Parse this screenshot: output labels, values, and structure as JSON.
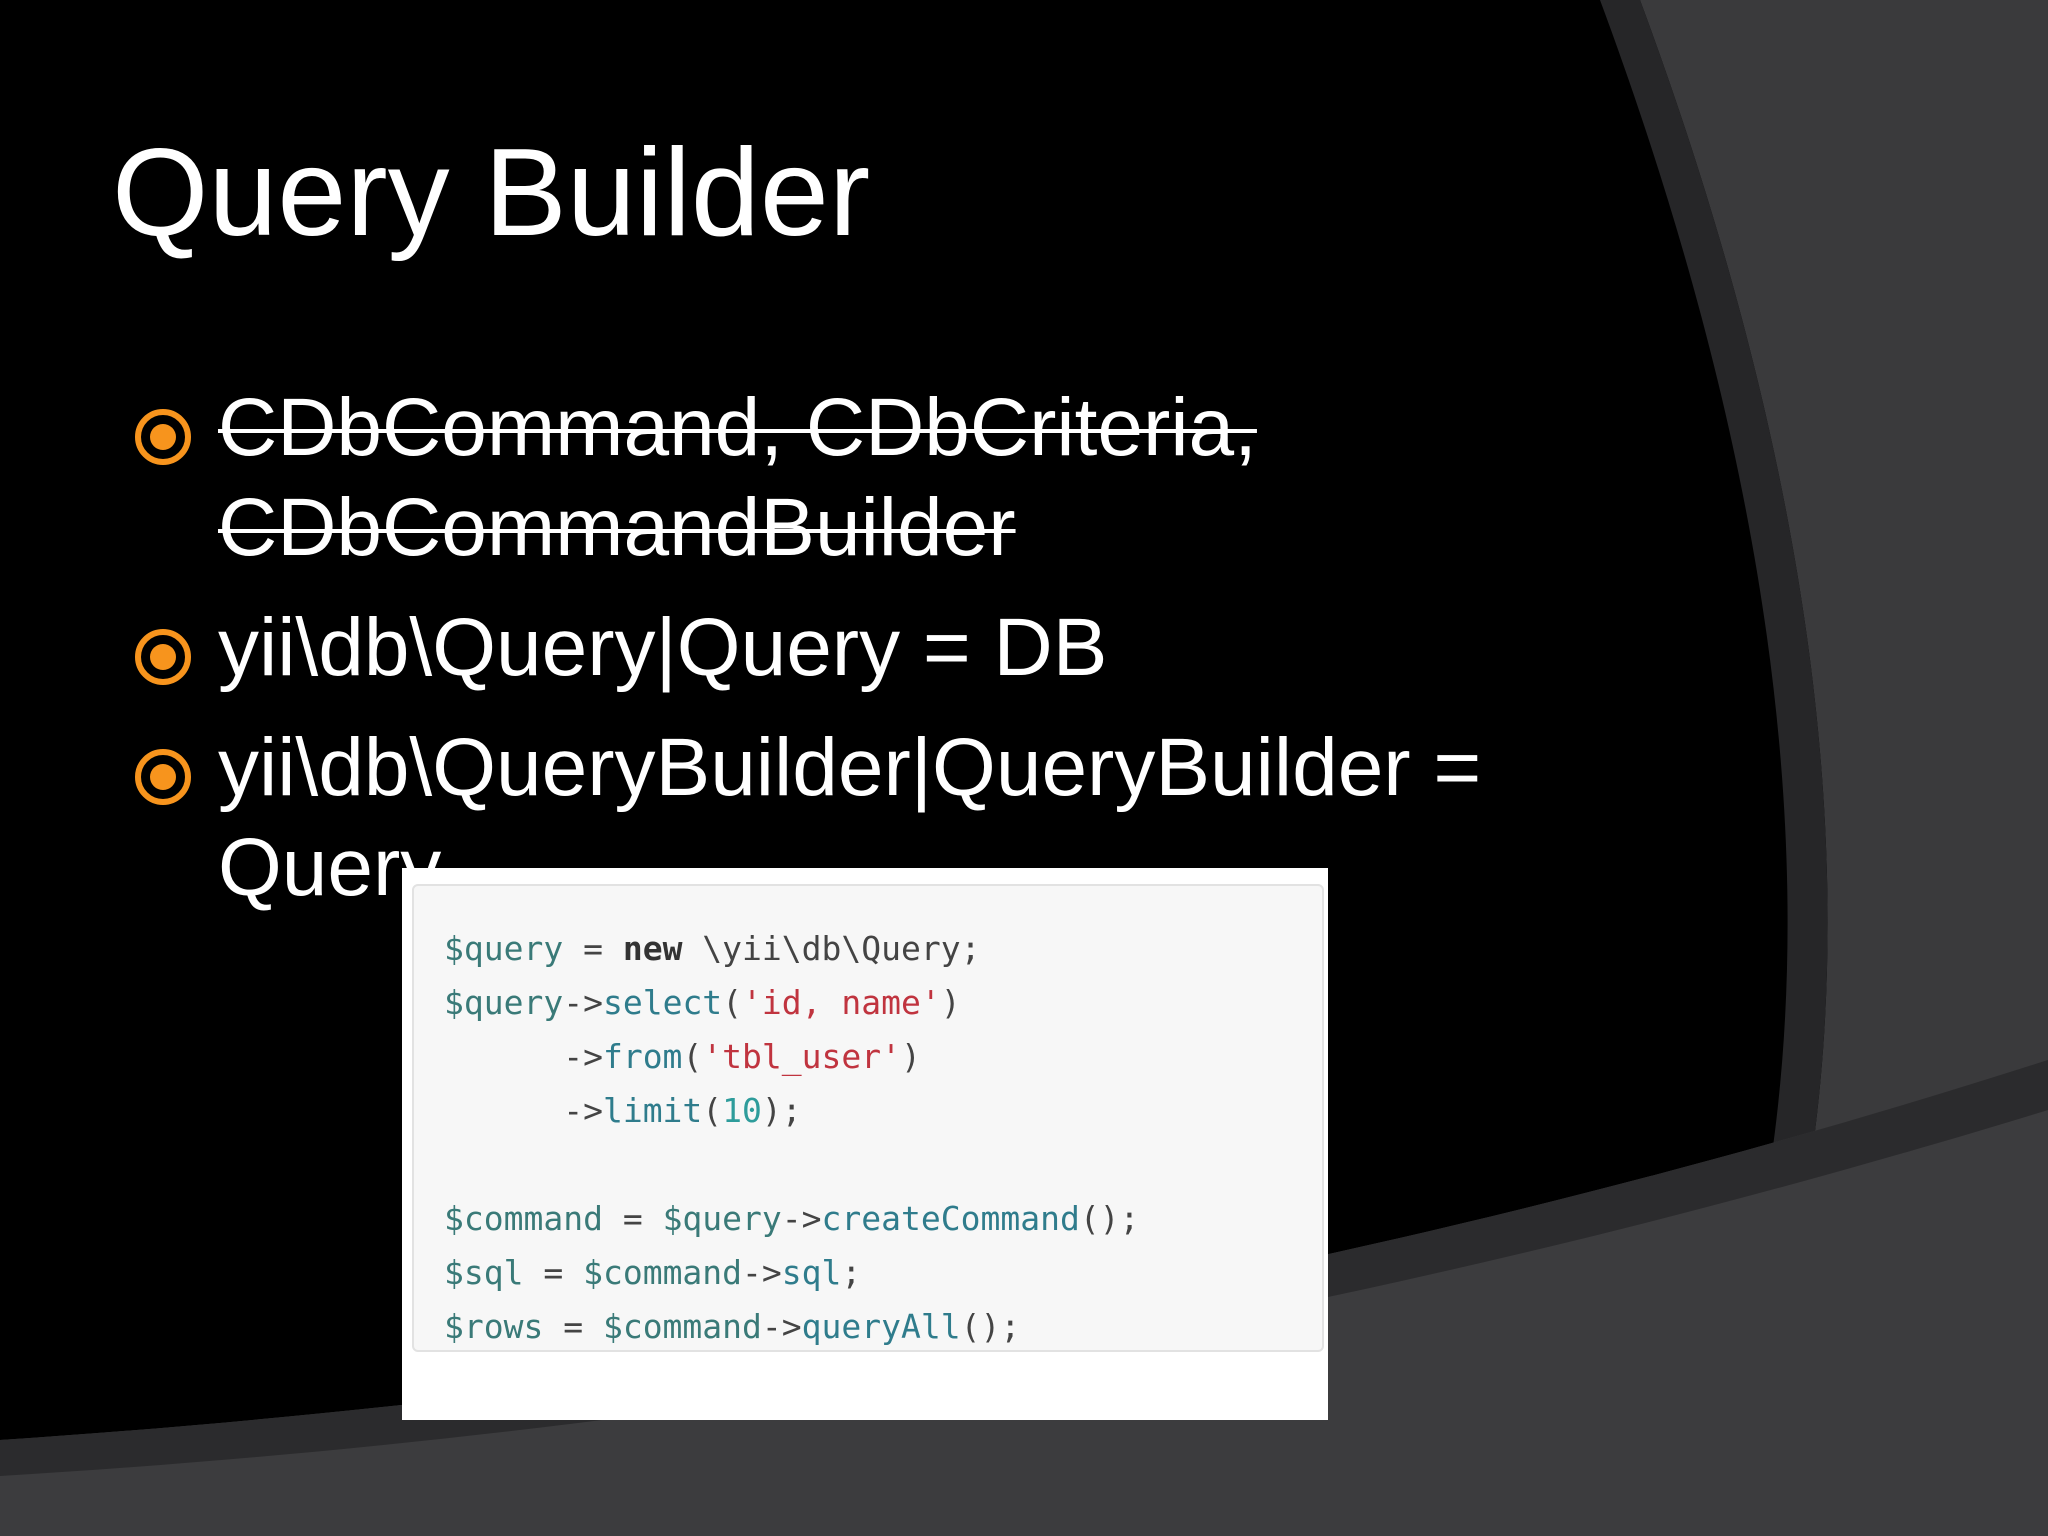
{
  "slide": {
    "title": "Query Builder",
    "accent_color": "#f7941d",
    "bullets": [
      {
        "text": "CDbCommand, CDbCriteria, CDbCommandBuilder",
        "struck": true
      },
      {
        "text": "yii\\db\\Query|Query = DB",
        "struck": false
      },
      {
        "text": "yii\\db\\QueryBuilder|QueryBuilder = Query",
        "struck": false
      }
    ]
  },
  "code_snippet": {
    "lines": [
      [
        {
          "t": "$query",
          "c": "v"
        },
        {
          "t": " = ",
          "c": "p"
        },
        {
          "t": "new",
          "c": "k"
        },
        {
          "t": " \\yii\\db\\Query;",
          "c": "p"
        }
      ],
      [
        {
          "t": "$query",
          "c": "v"
        },
        {
          "t": "->",
          "c": "p"
        },
        {
          "t": "select",
          "c": "m"
        },
        {
          "t": "(",
          "c": "p"
        },
        {
          "t": "'id, name'",
          "c": "s"
        },
        {
          "t": ")",
          "c": "p"
        }
      ],
      [
        {
          "t": "      ->",
          "c": "p"
        },
        {
          "t": "from",
          "c": "m"
        },
        {
          "t": "(",
          "c": "p"
        },
        {
          "t": "'tbl_user'",
          "c": "s"
        },
        {
          "t": ")",
          "c": "p"
        }
      ],
      [
        {
          "t": "      ->",
          "c": "p"
        },
        {
          "t": "limit",
          "c": "m"
        },
        {
          "t": "(",
          "c": "p"
        },
        {
          "t": "10",
          "c": "n"
        },
        {
          "t": ");",
          "c": "p"
        }
      ],
      [],
      [
        {
          "t": "$command",
          "c": "v"
        },
        {
          "t": " = ",
          "c": "p"
        },
        {
          "t": "$query",
          "c": "v"
        },
        {
          "t": "->",
          "c": "p"
        },
        {
          "t": "createCommand",
          "c": "m"
        },
        {
          "t": "();",
          "c": "p"
        }
      ],
      [
        {
          "t": "$sql",
          "c": "v"
        },
        {
          "t": " = ",
          "c": "p"
        },
        {
          "t": "$command",
          "c": "v"
        },
        {
          "t": "->",
          "c": "p"
        },
        {
          "t": "sql",
          "c": "m"
        },
        {
          "t": ";",
          "c": "p"
        }
      ],
      [
        {
          "t": "$rows",
          "c": "v"
        },
        {
          "t": " = ",
          "c": "p"
        },
        {
          "t": "$command",
          "c": "v"
        },
        {
          "t": "->",
          "c": "p"
        },
        {
          "t": "queryAll",
          "c": "m"
        },
        {
          "t": "();",
          "c": "p"
        }
      ]
    ]
  }
}
